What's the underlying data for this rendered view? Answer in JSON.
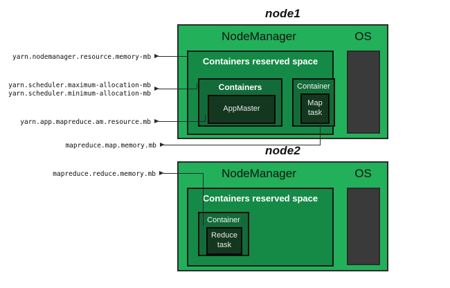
{
  "diagram": {
    "title": "Hadoop YARN memory configuration properties",
    "background": "#ffffff",
    "colors": {
      "node_box": "#22b05a",
      "reserved_space": "#158a46",
      "container_group": "#136b39",
      "task_box": "#14381f",
      "os_slab": "#3a3a3a",
      "connector": "#2a2a2a",
      "text_dark": "#111111",
      "text_light": "#ffffff"
    }
  },
  "nodes": [
    {
      "id": "node1",
      "title": "node1",
      "nodemanager_label": "NodeManager",
      "os_label": "OS",
      "reserved_label": "Containers reserved space",
      "groups": [
        {
          "id": "containers-group",
          "label": "Containers",
          "bold": true,
          "task": {
            "id": "appmaster",
            "label": "AppMaster"
          }
        },
        {
          "id": "container-group",
          "label": "Container",
          "bold": false,
          "task": {
            "id": "map-task",
            "label": "Map\ntask",
            "line1": "Map",
            "line2": "task"
          }
        }
      ]
    },
    {
      "id": "node2",
      "title": "node2",
      "nodemanager_label": "NodeManager",
      "os_label": "OS",
      "reserved_label": "Containers reserved space",
      "groups": [
        {
          "id": "container-group",
          "label": "Container",
          "bold": false,
          "task": {
            "id": "reduce-task",
            "label": "Reduce\ntask",
            "line1": "Reduce",
            "line2": "task"
          }
        }
      ]
    }
  ],
  "annotations": [
    {
      "id": "nodemanager-resource-memory-mb",
      "text": "yarn.nodemanager.resource.memory-mb",
      "target": "node1 reserved space"
    },
    {
      "id": "scheduler-maximum-allocation-mb",
      "text": "yarn.scheduler.maximum-allocation-mb",
      "target": "node1 containers group"
    },
    {
      "id": "scheduler-minimum-allocation-mb",
      "text": "yarn.scheduler.minimum-allocation-mb",
      "target": "node1 containers group"
    },
    {
      "id": "app-mapreduce-am-resource-mb",
      "text": "yarn.app.mapreduce.am.resource.mb",
      "target": "node1 AppMaster"
    },
    {
      "id": "mapreduce-map-memory-mb",
      "text": "mapreduce.map.memory.mb",
      "target": "node1 Map task"
    },
    {
      "id": "mapreduce-reduce-memory-mb",
      "text": "mapreduce.reduce.memory.mb",
      "target": "node2 Reduce task"
    }
  ]
}
